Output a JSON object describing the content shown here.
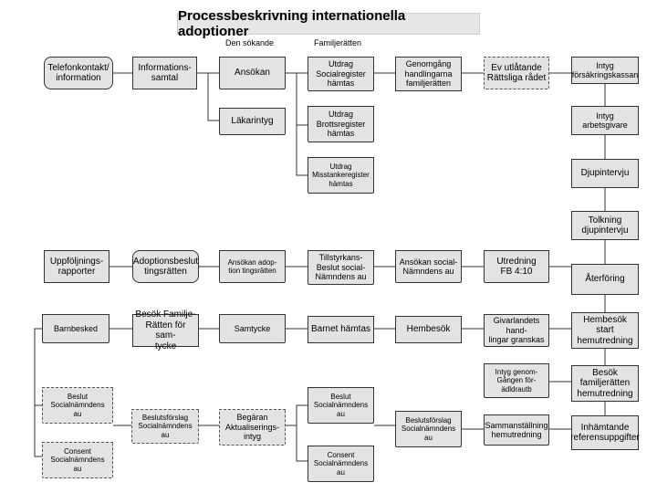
{
  "title": "Processbeskrivning internationella adoptioner",
  "col_labels": {
    "sokande": "Den sökande",
    "familjeratten": "Familjerätten"
  },
  "nodes": {
    "telefonkontakt": "Telefonkontakt/\ninformation",
    "informationssamtal": "Informations-\nsamtal",
    "ansokan": "Ansökan",
    "lakarintyg": "Läkarintyg",
    "utdrag_socialregister": "Utdrag\nSocialregister\nhämtas",
    "utdrag_brottsregister": "Utdrag\nBrottsregister\nhämtas",
    "utdrag_misstanke": "Utdrag\nMisstankeregister\nhämtas",
    "genomgang": "Genomgång\nhandlingarna\nfamiljerätten",
    "ev_utlatande": "Ev utlåtande\nRättsliga rådet",
    "intyg_forsakring": "Intyg\nförsäkringskassan",
    "intyg_arbetsgivare": "Intyg\narbetsgivare",
    "djupintervju": "Djupintervju",
    "tolkning": "Tolkning\ndjupintervju",
    "aterforing": "Återföring",
    "hembesok_start": "Hembesök\nstart\nhemutredning",
    "besok_familjeratten_r": "Besök\nfamiljerätten\nhemutredning",
    "inhamtande": "Inhämtande\nreferensuppgifter",
    "uppfoljning": "Uppföljnings-\nrapporter",
    "adoptionsbeslut": "Adoptionsbeslut\ntingsrätten",
    "ansokan_adoption": "Ansökan adop-\ntion tingsrätten",
    "tillstyrkans": "Tillstyrkans-\nBeslut social-\nNämndens au",
    "ansokan_social": "Ansökan social-\nNämndens au",
    "utredning": "Utredning\nFB 4:10",
    "barnbesked": "Barnbesked",
    "besok_familjeratten_l": "Besök Familje-\nRätten för sam-\ntycke",
    "samtycke": "Samtycke",
    "barnet_hamtas": "Barnet hämtas",
    "hembesok": "Hembesök",
    "givarlandets": "Givarlandets hand-\nlingar granskas",
    "intyg_genom": "Intyg genom-\nGången för-\nädldrautb",
    "beslut_sn_left": "Beslut\nSocialnämndens\nau",
    "consent_sn_left": "Consent\nSocialnämndens\nau",
    "beslutsforslag_left": "Beslutsförslag\nSocialnämndens\nau",
    "begaran": "Begäran\nAktualiserings-\nintyg",
    "beslut_sn_mid": "Beslut\nSocialnämndens\nau",
    "consent_sn_mid": "Consent\nSocialnämndens\nau",
    "beslutsforslag_mid": "Beslutsförslag\nSocialnämndens\nau",
    "sammanstallning": "Sammanställning\nhemutredning"
  }
}
